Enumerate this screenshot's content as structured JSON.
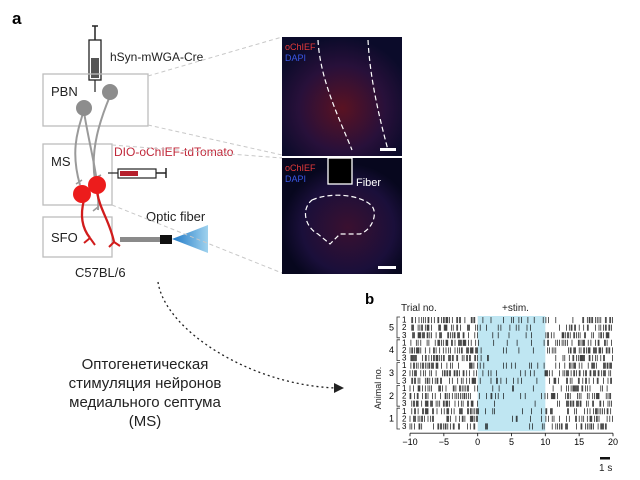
{
  "panel_a": {
    "label": "a",
    "injection_top": "hSyn-mWGA-Cre",
    "region_pbn": "PBN",
    "region_ms": "MS",
    "injection_ms": "DIO-oChIEF-tdTomato",
    "region_sfo": "SFO",
    "optic_fiber": "Optic fiber",
    "mouse_strain": "C57BL/6",
    "micro_top_label1": "oChIEF",
    "micro_top_label2": "DAPI",
    "micro_bottom_label1": "oChIEF",
    "micro_bottom_label2": "DAPI",
    "micro_bottom_fiber": "Fiber"
  },
  "caption_ru": [
    "Оптогенетическая",
    "стимуляция нейронов",
    "медиального септума",
    "(MS)"
  ],
  "panel_b": {
    "label": "b",
    "trial_header": "Trial no.",
    "stim_label": "+stim.",
    "y_axis_label": "Animal no.",
    "animals": [
      "5",
      "4",
      "3",
      "2",
      "1"
    ],
    "trials": [
      "1",
      "2",
      "3"
    ],
    "x_ticks": [
      "−10",
      "−5",
      "0",
      "5",
      "10",
      "15",
      "20"
    ],
    "scalebar_label": "1 s",
    "stim_color": "#bfe6f2"
  },
  "chart_data": {
    "type": "raster",
    "x_range": [
      -10,
      20
    ],
    "stim_window": [
      0,
      10
    ],
    "animals": [
      5,
      4,
      3,
      2,
      1
    ],
    "trials_per_animal": 3
  }
}
